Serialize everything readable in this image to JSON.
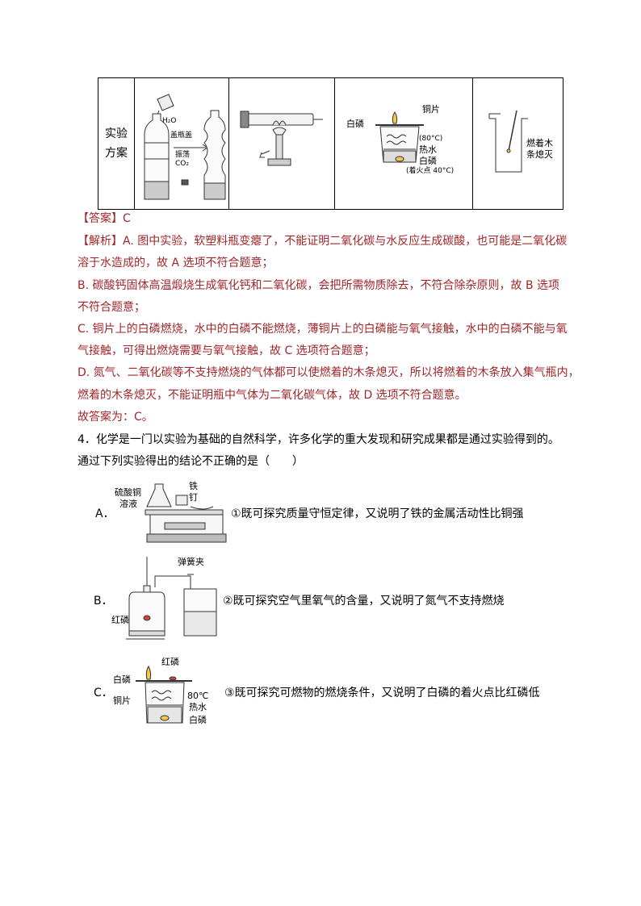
{
  "table": {
    "header_label": [
      "实验",
      "方案"
    ],
    "fig_a": {
      "h2o": "H₂O",
      "cap": "盖瓶盖",
      "shake": "振荡",
      "co2": "CO₂"
    },
    "fig_c": {
      "copper": "铜片",
      "white_p": "白磷",
      "temp": "(80°C)",
      "hot_water": "热水",
      "white_p2": "白磷",
      "ignite": "(着火点 40°C)"
    },
    "fig_d": {
      "line1": "燃着木",
      "line2": "条熄灭"
    }
  },
  "answer": {
    "label": "【答案】",
    "value": "C"
  },
  "analysis": {
    "label": "【解析】",
    "lines": [
      "A. 图中实验，软塑料瓶变瘪了，不能证明二氧化碳与水反应生成碳酸，也可能是二氧化碳",
      "溶于水造成的，故 A 选项不符合题意；",
      "B. 碳酸钙固体高温煅烧生成氧化钙和二氧化碳，会把所需物质除去，不符合除杂原则，故 B 选项",
      "不符合题意；",
      "C. 铜片上的白磷燃烧，水中的白磷不能燃烧，薄铜片上的白磷能与氧气接触，水中的白磷不能与氧",
      "气接触，可得出燃烧需要与氧气接触，故 C 选项符合题意；",
      "D. 氮气、二氧化碳等不支持燃烧的气体都可以使燃着的木条熄灭，所以将燃着的木条放入集气瓶内，",
      "燃着的木条熄灭，不能证明瓶中气体为二氧化碳气体，故 D 选项不符合题意。",
      "故答案为：C。"
    ]
  },
  "question": {
    "lines": [
      "4．化学是一门以实验为基础的自然科学，许多化学的重大发现和研究成果都是通过实验得到的。",
      "通过下列实验得出的结论不正确的是（　　）"
    ],
    "options": [
      {
        "letter": "A．",
        "text": "①既可探究质量守恒定律，又说明了铁的金属活动性比铜强",
        "labels": {
          "l1": "硫酸铜",
          "l2": "溶液",
          "l3": "铁",
          "l4": "钉"
        }
      },
      {
        "letter": "B．",
        "text": "②既可探究空气里氧气的含量，又说明了氮气不支持燃烧",
        "labels": {
          "l1": "弹簧夹",
          "l2": "红磷"
        }
      },
      {
        "letter": "C．",
        "text": "③既可探究可燃物的燃烧条件，又说明了白磷的着火点比红磷低",
        "labels": {
          "l1": "红磷",
          "l2": "白磷",
          "l3": "铜片",
          "l4": "80℃",
          "l5": "热水",
          "l6": "白磷"
        }
      }
    ]
  }
}
